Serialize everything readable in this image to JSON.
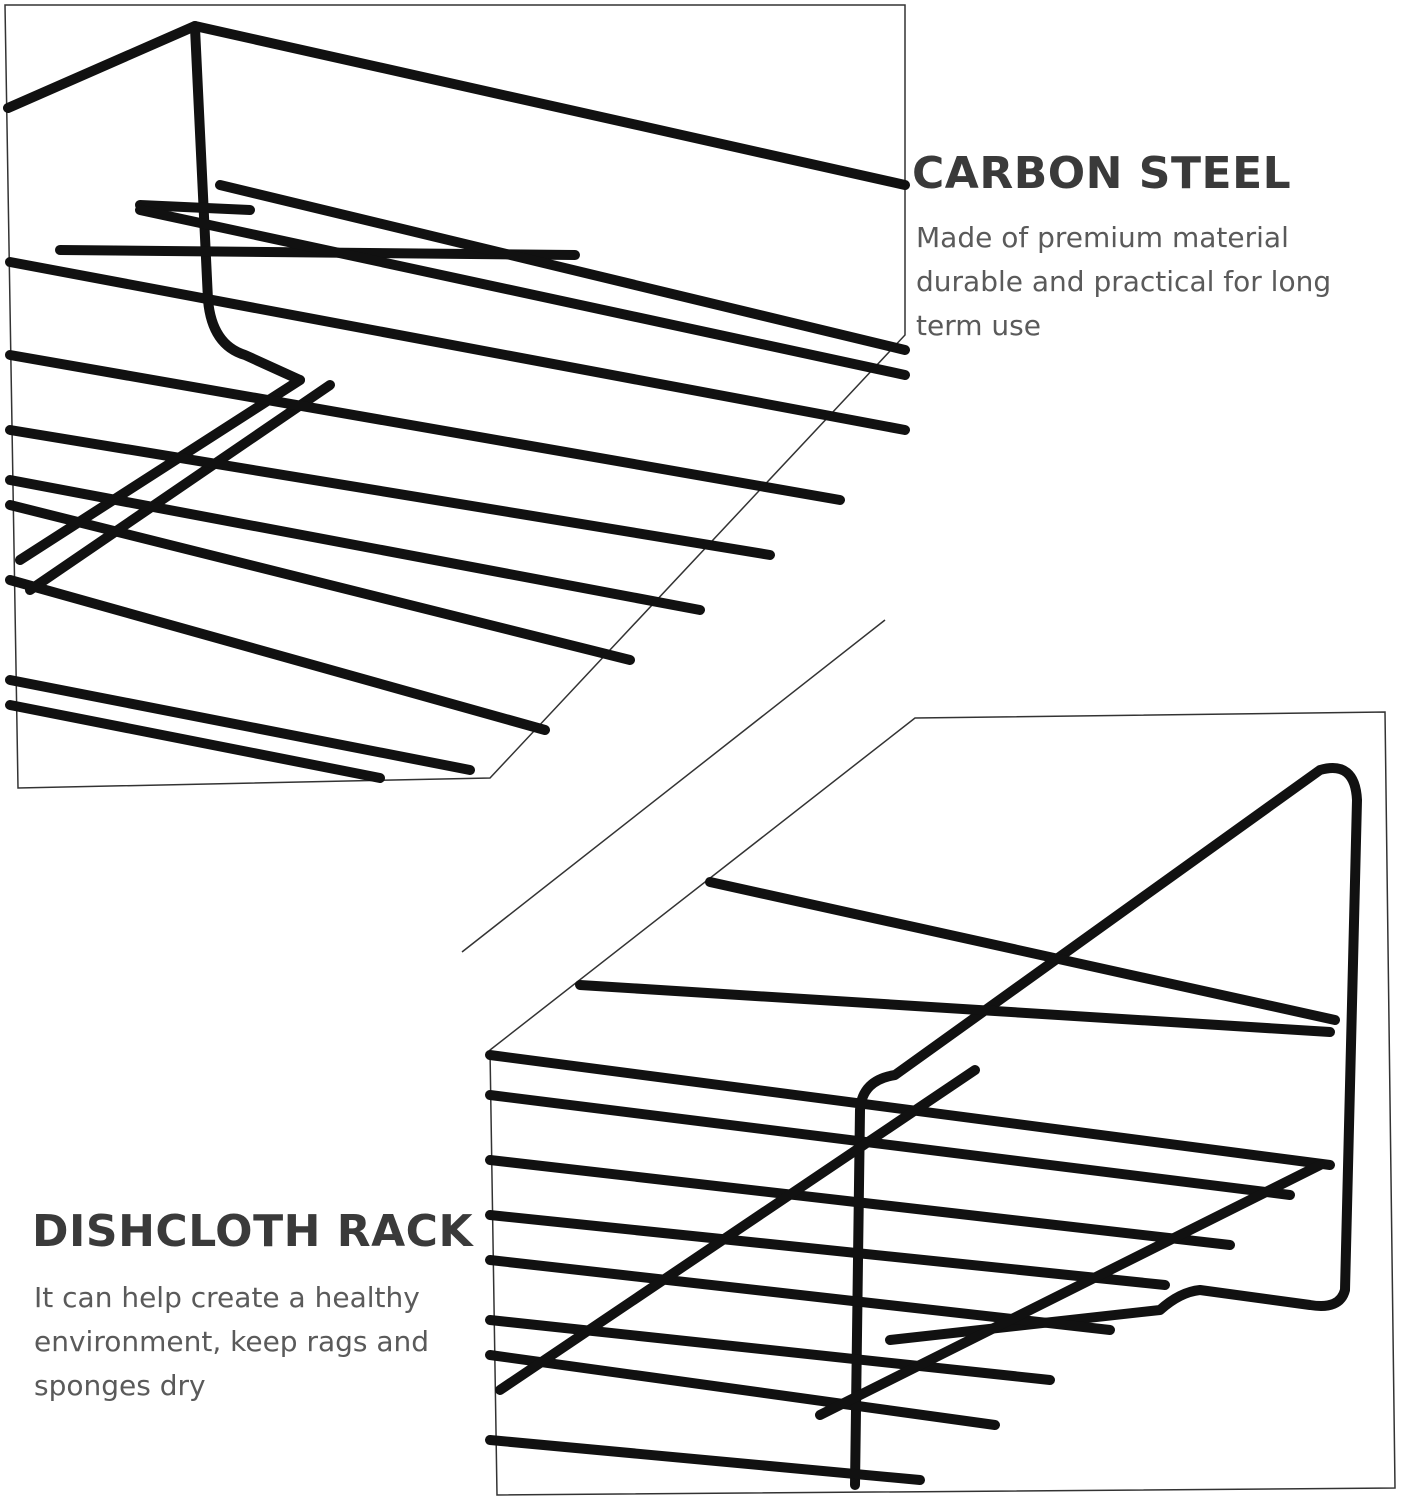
{
  "colors": {
    "background": "#ffffff",
    "heading": "#3a3a3a",
    "body_text": "#5a5a5a",
    "wire": "#111111",
    "frame_line": "#333333"
  },
  "panels": {
    "top": {
      "heading": "CARBON STEEL",
      "description": "Made of premium material durable and practical for long term use"
    },
    "bottom": {
      "heading": "DISHCLOTH RACK",
      "description": "It can help create a healthy environment, keep rags and sponges dry"
    }
  }
}
